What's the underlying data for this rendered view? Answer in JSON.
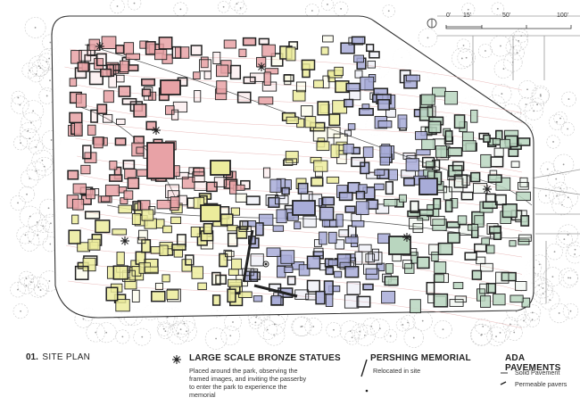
{
  "scale_bar": {
    "labels": [
      "0'",
      "15'",
      "50'",
      "100'"
    ]
  },
  "caption": {
    "number": "01.",
    "title": "SITE PLAN"
  },
  "legend": {
    "statues": {
      "title": "LARGE SCALE BRONZE STATUES",
      "lines": [
        "Placed around the park, observing the",
        "framed images, and inviting the passerby",
        "to enter the park to experience the",
        "memorial"
      ]
    },
    "memorial": {
      "title": "PERSHING MEMORIAL",
      "text": "Relocated in site"
    },
    "ada": {
      "title": "ADA PAVEMENTS",
      "solid": "Solid Pavement",
      "permeable": "Permeable pavers"
    }
  },
  "palette": {
    "red": "#e8a2a6",
    "yellow": "#ecec9c",
    "blue": "#a8acd8",
    "green": "#b9d6bf",
    "outline": "#222222",
    "tree": "#c9c9c9",
    "contour": "#e7b3b3"
  }
}
